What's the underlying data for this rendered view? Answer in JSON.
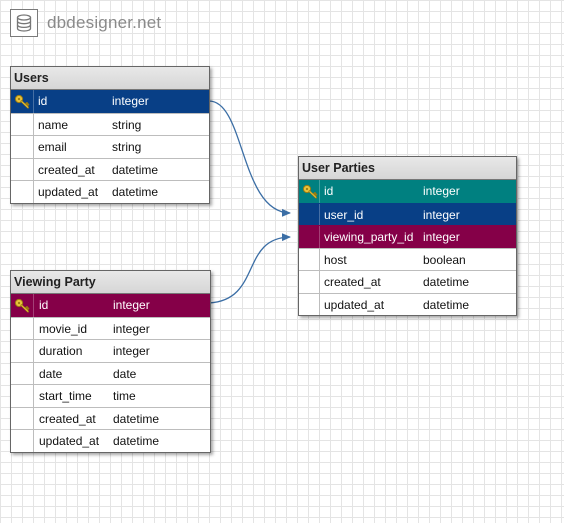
{
  "brand": {
    "name": "dbdesigner.net",
    "icon": "database-icon"
  },
  "colors": {
    "pk": "#083f86",
    "fk_viewing": "#850048",
    "pk_parties": "#008080",
    "link": "#3b6ea5"
  },
  "tables": {
    "users": {
      "title": "Users",
      "fields": [
        {
          "name": "id",
          "type": "integer",
          "key": true
        },
        {
          "name": "name",
          "type": "string"
        },
        {
          "name": "email",
          "type": "string"
        },
        {
          "name": "created_at",
          "type": "datetime"
        },
        {
          "name": "updated_at",
          "type": "datetime"
        }
      ]
    },
    "viewing_party": {
      "title": "Viewing Party",
      "fields": [
        {
          "name": "id",
          "type": "integer",
          "key": true
        },
        {
          "name": "movie_id",
          "type": "integer"
        },
        {
          "name": "duration",
          "type": "integer"
        },
        {
          "name": "date",
          "type": "date"
        },
        {
          "name": "start_time",
          "type": "time"
        },
        {
          "name": "created_at",
          "type": "datetime"
        },
        {
          "name": "updated_at",
          "type": "datetime"
        }
      ]
    },
    "user_parties": {
      "title": "User Parties",
      "fields": [
        {
          "name": "id",
          "type": "integer",
          "key": true
        },
        {
          "name": "user_id",
          "type": "integer"
        },
        {
          "name": "viewing_party_id",
          "type": "integer"
        },
        {
          "name": "host",
          "type": "boolean"
        },
        {
          "name": "created_at",
          "type": "datetime"
        },
        {
          "name": "updated_at",
          "type": "datetime"
        }
      ]
    }
  },
  "relationships": [
    {
      "from": "users.id",
      "to": "user_parties.user_id"
    },
    {
      "from": "viewing_party.id",
      "to": "user_parties.viewing_party_id"
    }
  ]
}
